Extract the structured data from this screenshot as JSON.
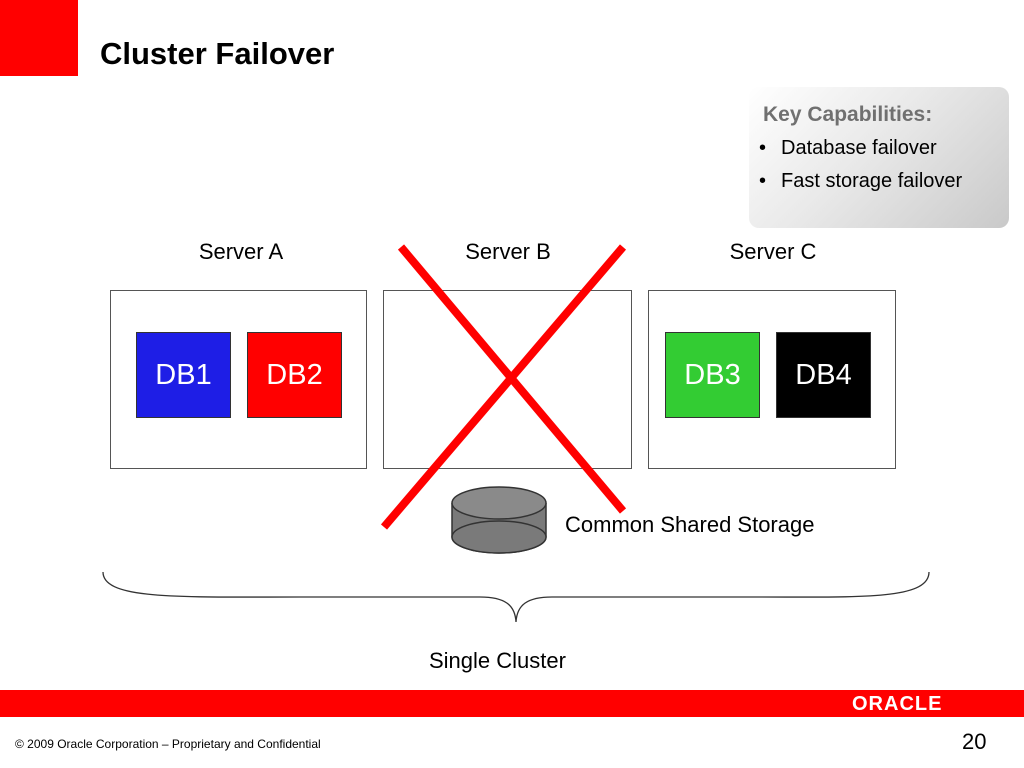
{
  "title": "Cluster Failover",
  "key_capabilities": {
    "heading": "Key Capabilities:",
    "items": [
      "Database failover",
      "Fast storage failover"
    ]
  },
  "servers": [
    {
      "label": "Server A",
      "databases": [
        {
          "label": "DB1",
          "color": "#1e1ee6"
        },
        {
          "label": "DB2",
          "color": "#ff0000"
        }
      ]
    },
    {
      "label": "Server B",
      "status": "failed",
      "databases": []
    },
    {
      "label": "Server C",
      "databases": [
        {
          "label": "DB3",
          "color": "#33cc33"
        },
        {
          "label": "DB4",
          "color": "#000000"
        }
      ]
    }
  ],
  "storage_label": "Common Shared Storage",
  "cluster_label": "Single Cluster",
  "footer": {
    "logo": "ORACLE",
    "copyright": "© 2009 Oracle Corporation – Proprietary and Confidential",
    "page_number": "20"
  },
  "colors": {
    "accent": "#ff0000",
    "failure_mark": "#ff0000",
    "storage": "#777777"
  }
}
